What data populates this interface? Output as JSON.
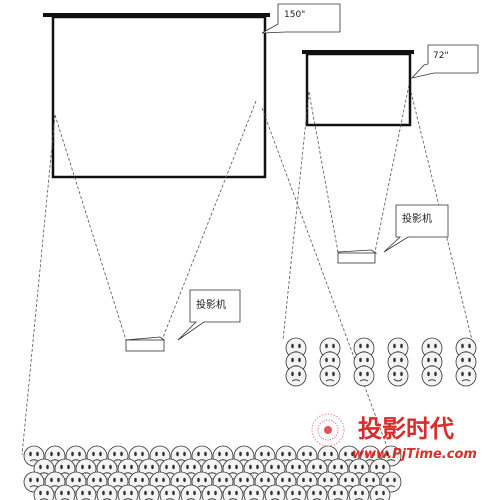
{
  "large_screen": {
    "size_label": "150\""
  },
  "small_screen": {
    "size_label": "72\""
  },
  "projector_large": {
    "label": "投影机"
  },
  "projector_small": {
    "label": "投影机"
  },
  "audience_large": {
    "rows": 4
  },
  "audience_small": {
    "rows": 3,
    "cols": 6
  },
  "watermark": {
    "text_cn": "投影时代",
    "url": "www.PjTime.com"
  },
  "colors": {
    "line": "#111111",
    "dashed": "#555555",
    "face_fill": "#f4f4f4",
    "watermark": "#d62d2d"
  }
}
